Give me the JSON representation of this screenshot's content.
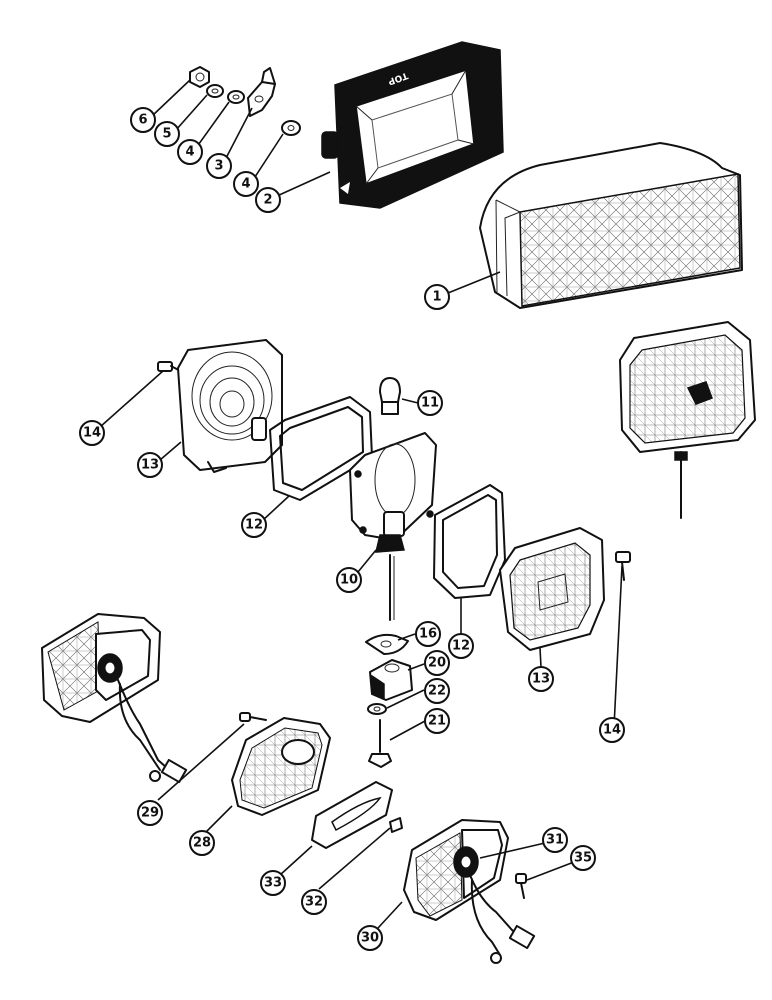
{
  "figure": {
    "housing_stamp": "TOP"
  },
  "callouts": [
    {
      "id": "c1",
      "label": "1"
    },
    {
      "id": "c2",
      "label": "2"
    },
    {
      "id": "c3",
      "label": "3"
    },
    {
      "id": "c4a",
      "label": "4"
    },
    {
      "id": "c4b",
      "label": "4"
    },
    {
      "id": "c5",
      "label": "5"
    },
    {
      "id": "c6",
      "label": "6"
    },
    {
      "id": "c10",
      "label": "10"
    },
    {
      "id": "c11",
      "label": "11"
    },
    {
      "id": "c12a",
      "label": "12"
    },
    {
      "id": "c12b",
      "label": "12"
    },
    {
      "id": "c13a",
      "label": "13"
    },
    {
      "id": "c13b",
      "label": "13"
    },
    {
      "id": "c14a",
      "label": "14"
    },
    {
      "id": "c14b",
      "label": "14"
    },
    {
      "id": "c16",
      "label": "16"
    },
    {
      "id": "c20",
      "label": "20"
    },
    {
      "id": "c21",
      "label": "21"
    },
    {
      "id": "c22",
      "label": "22"
    },
    {
      "id": "c28",
      "label": "28"
    },
    {
      "id": "c29",
      "label": "29"
    },
    {
      "id": "c30",
      "label": "30"
    },
    {
      "id": "c31",
      "label": "31"
    },
    {
      "id": "c32",
      "label": "32"
    },
    {
      "id": "c33",
      "label": "33"
    },
    {
      "id": "c35",
      "label": "35"
    }
  ]
}
